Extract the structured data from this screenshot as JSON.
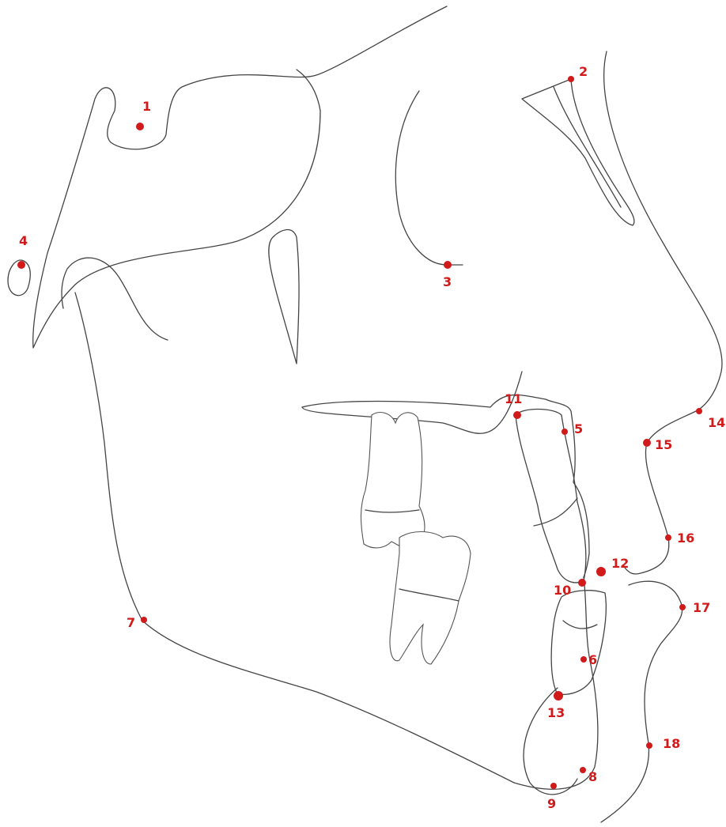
{
  "colors": {
    "landmark": "#d11a1a",
    "outline": "#444444",
    "background": "#ffffff"
  },
  "landmarks": [
    {
      "id": "lm-1",
      "label": "1"
    },
    {
      "id": "lm-2",
      "label": "2"
    },
    {
      "id": "lm-3",
      "label": "3"
    },
    {
      "id": "lm-4",
      "label": "4"
    },
    {
      "id": "lm-5",
      "label": "5"
    },
    {
      "id": "lm-6",
      "label": "6"
    },
    {
      "id": "lm-7",
      "label": "7"
    },
    {
      "id": "lm-8",
      "label": "8"
    },
    {
      "id": "lm-9",
      "label": "9"
    },
    {
      "id": "lm-10",
      "label": "10"
    },
    {
      "id": "lm-11",
      "label": "11"
    },
    {
      "id": "lm-12",
      "label": "12"
    },
    {
      "id": "lm-13",
      "label": "13"
    },
    {
      "id": "lm-14",
      "label": "14"
    },
    {
      "id": "lm-15",
      "label": "15"
    },
    {
      "id": "lm-16",
      "label": "16"
    },
    {
      "id": "lm-17",
      "label": "17"
    },
    {
      "id": "lm-18",
      "label": "18"
    }
  ]
}
